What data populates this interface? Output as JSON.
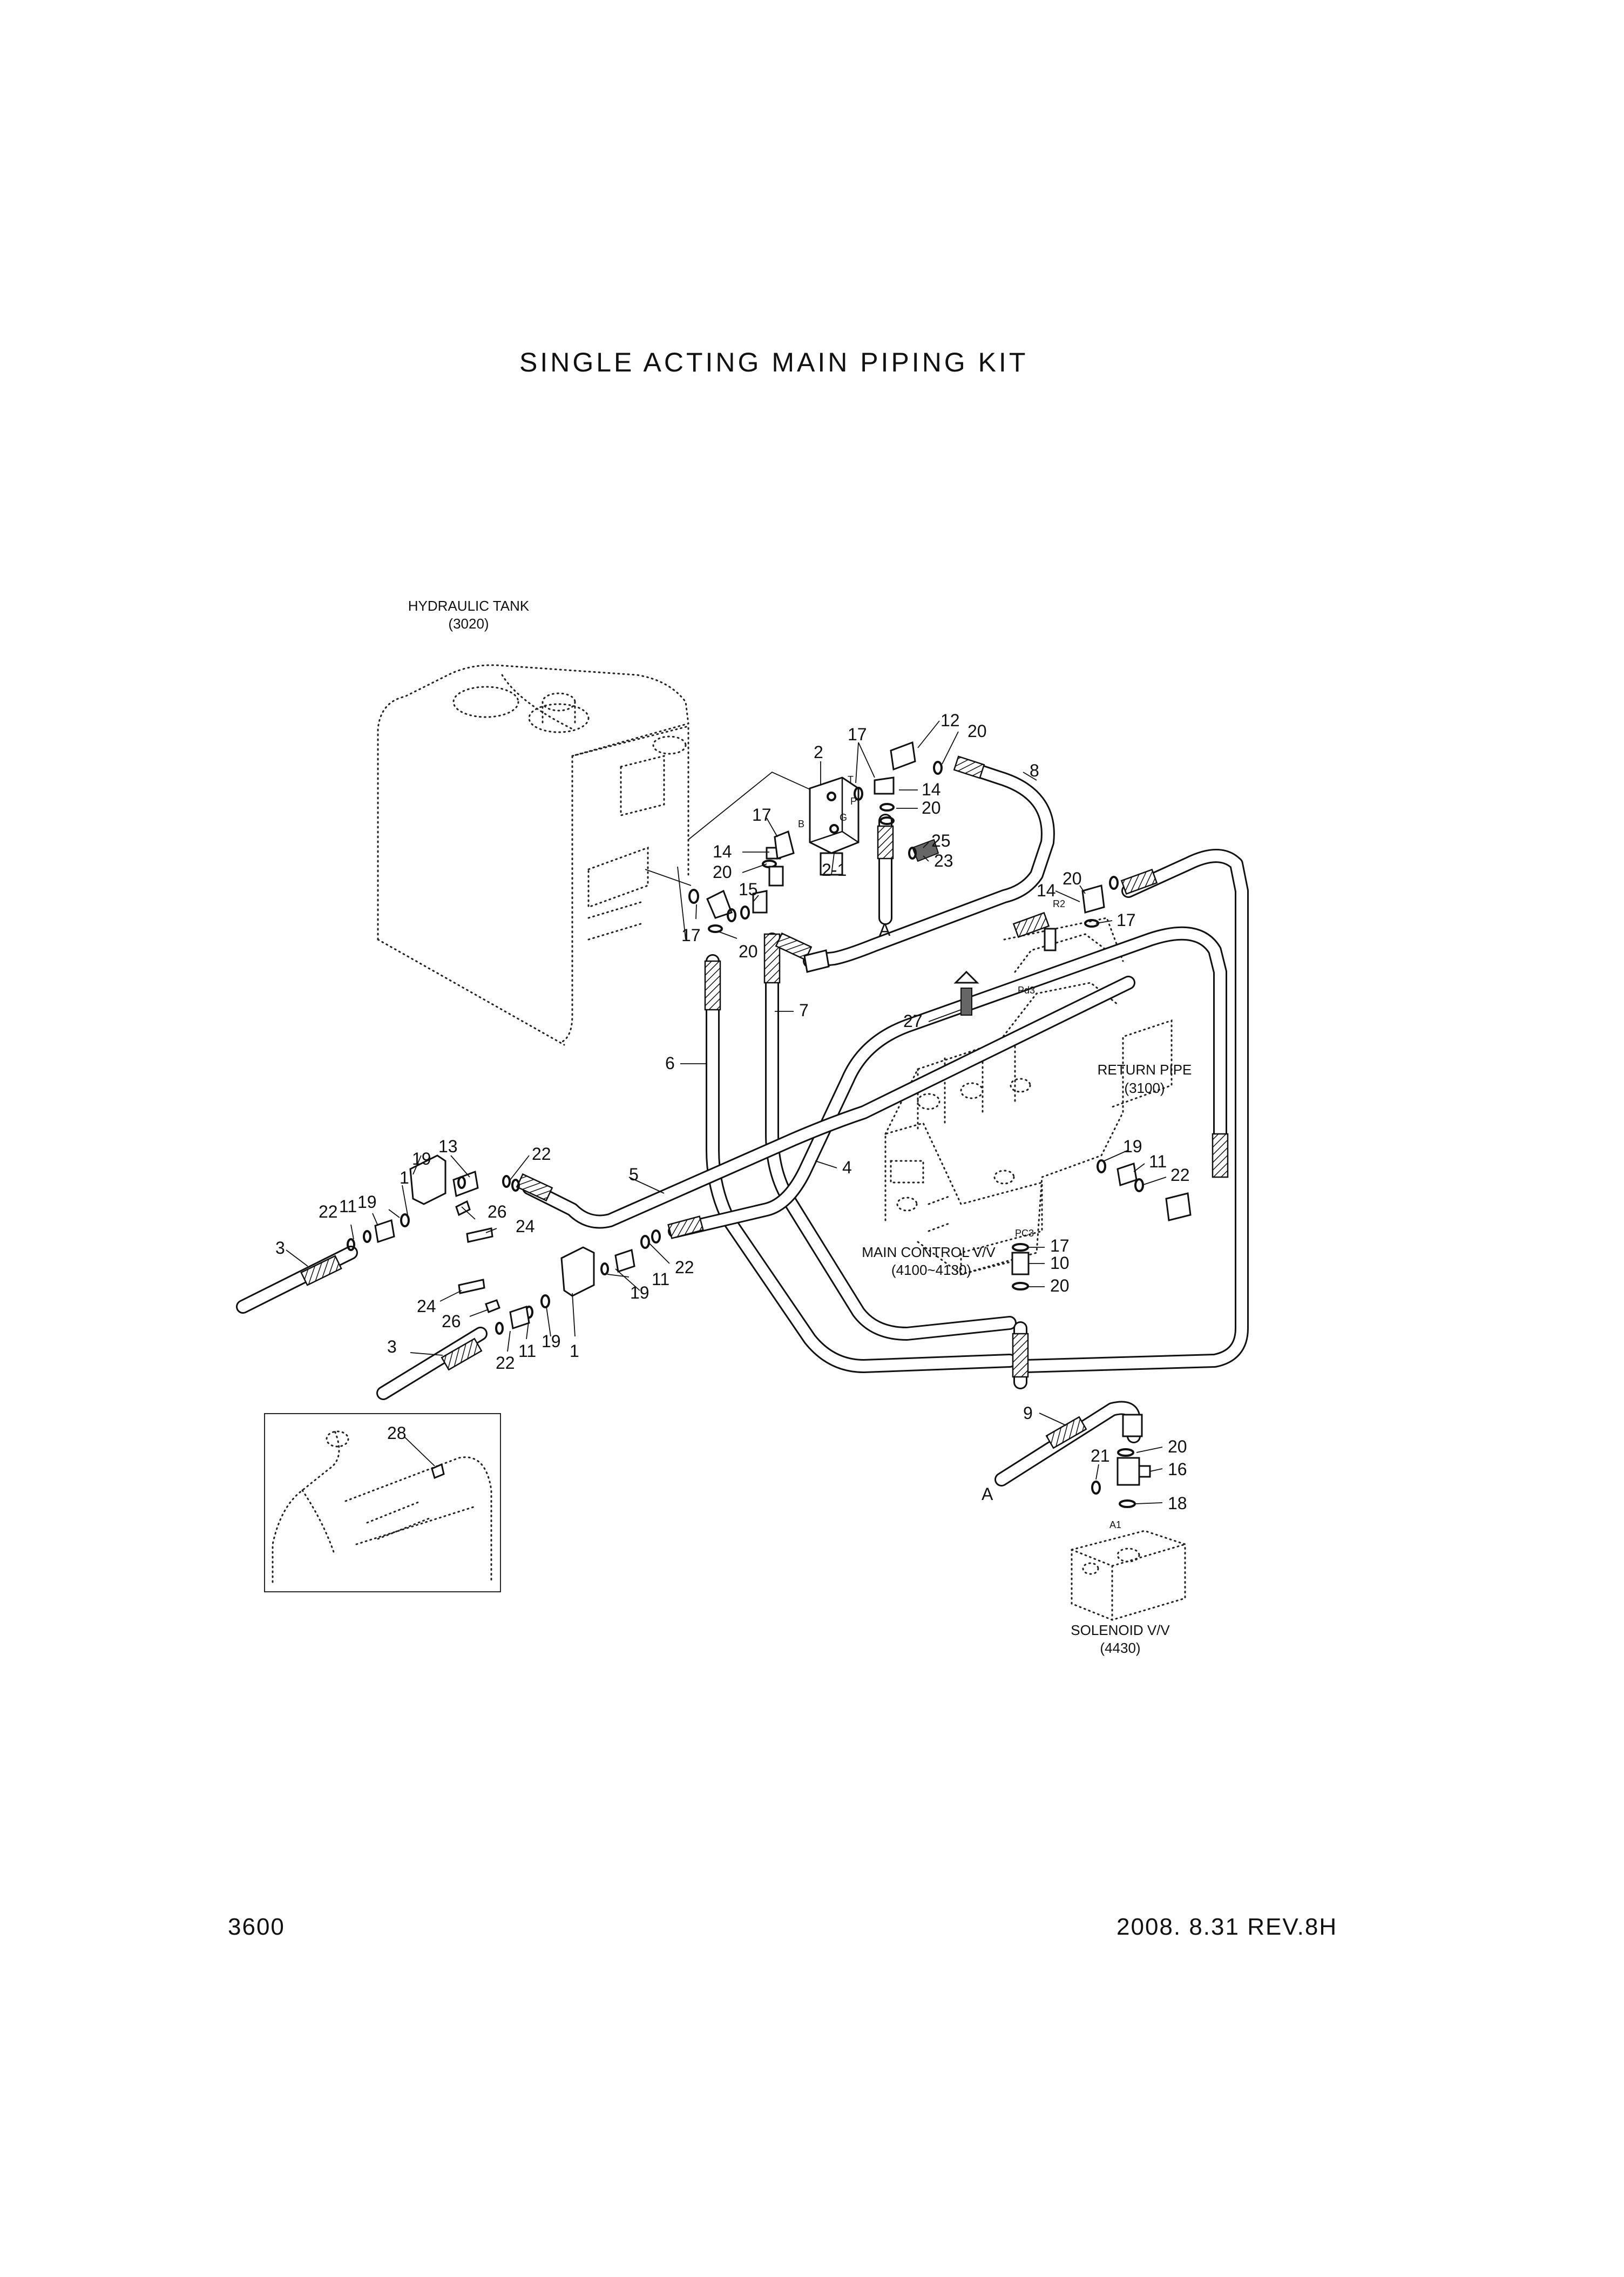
{
  "title": "SINGLE ACTING MAIN PIPING KIT",
  "footer": {
    "page_number": "3600",
    "revision": "2008. 8.31  REV.8H"
  },
  "components": {
    "hydraulic_tank": [
      "HYDRAULIC TANK",
      "(3020)"
    ],
    "return_pipe": [
      "RETURN PIPE",
      "(3100)"
    ],
    "main_control_valve": [
      "MAIN CONTROL V/V",
      "(4100~4130)"
    ],
    "solenoid_valve": [
      "SOLENOID V/V",
      "(4430)"
    ]
  },
  "port_labels": {
    "T": "T",
    "P": "P",
    "B": "B",
    "G": "G",
    "R2": "R2",
    "Pd3": "Pd3",
    "PC3": "PC3",
    "A1": "A1"
  },
  "connector_label": "A",
  "callouts": {
    "c_2": "2",
    "c_2_1": "2-1",
    "c_17a": "17",
    "c_12": "12",
    "c_20a": "20",
    "c_14a": "14",
    "c_20b": "20",
    "c_8": "8",
    "c_17b": "17",
    "c_14b": "14",
    "c_20c": "20",
    "c_15": "15",
    "c_25": "25",
    "c_23": "23",
    "c_17c": "17",
    "c_20d": "20",
    "c_20e": "20",
    "c_14c": "14",
    "c_17d": "17",
    "c_7": "7",
    "c_27": "27",
    "c_6": "6",
    "c_5": "5",
    "c_4": "4",
    "c_13": "13",
    "c_19a": "19",
    "c_1a": "1",
    "c_22a": "22",
    "c_22b": "22",
    "c_11a": "11",
    "c_19b": "19",
    "c_26a": "26",
    "c_24a": "24",
    "c_3a": "3",
    "c_19c": "19",
    "c_11b": "11",
    "c_22c": "22",
    "c_24b": "24",
    "c_26b": "26",
    "c_3b": "3",
    "c_22d": "22",
    "c_11c": "11",
    "c_19d": "19",
    "c_1b": "1",
    "c_19e": "19",
    "c_11d": "11",
    "c_22e": "22",
    "c_17e": "17",
    "c_10": "10",
    "c_20f": "20",
    "c_28": "28",
    "c_9": "9",
    "c_21": "21",
    "c_20g": "20",
    "c_16": "16",
    "c_18": "18"
  }
}
